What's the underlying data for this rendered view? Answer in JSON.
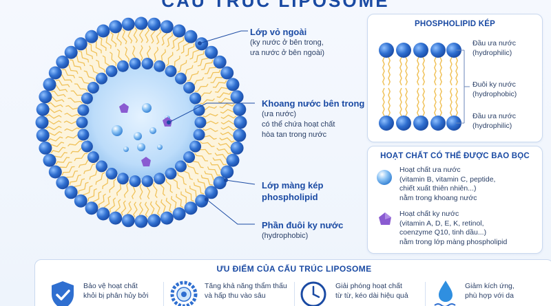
{
  "header": {
    "title": "CẤU TRÚC LIPOSOME"
  },
  "labels": {
    "outer_layer": {
      "title": "Lớp vỏ ngoài",
      "desc1": "(ky nước ở bên trong,",
      "desc2": "ưa nước ở bên ngoài)"
    },
    "inner_core": {
      "title": "Khoang nước bên trong",
      "desc1": "(ưa nước)",
      "desc2": "có thể chứa hoạt chất",
      "desc3": "hòa tan trong nước"
    },
    "bilayer": {
      "title1": "Lớp màng kép",
      "title2": "phospholipid"
    },
    "tails": {
      "title": "Phần đuôi ky nước",
      "desc1": "(hydrophobic)"
    }
  },
  "phospholipid_panel": {
    "title": "PHOSPHOLIPID KÉP",
    "head_top": {
      "line1": "Đầu ưa nước",
      "line2": "(hydrophilic)"
    },
    "tail": {
      "line1": "Đuôi ky nước",
      "line2": "(hydrophobic)"
    },
    "head_bottom": {
      "line1": "Đầu ưa nước",
      "line2": "(hydrophilic)"
    }
  },
  "actives_panel": {
    "title": "HOẠT CHẤT CÓ THỂ ĐƯỢC BAO BỌC",
    "hydrophilic": {
      "line1": "Hoạt chất ưa nước",
      "line2": "(vitamin B, vitamin C, peptide,",
      "line3": "chiết xuất thiên nhiên...)",
      "line4": "nằm trong khoang nước"
    },
    "hydrophobic": {
      "line1": "Hoạt chất ky nước",
      "line2": "(vitamin A, D, E, K, retinol,",
      "line3": "coenzyme Q10, tinh dầu...)",
      "line4": "nằm trong lớp màng phospholipid"
    }
  },
  "advantages": {
    "title": "ƯU ĐIỂM CỦA CẤU TRÚC LIPOSOME",
    "items": [
      {
        "icon": "shield-check-icon",
        "line1": "Bảo vệ hoạt chất",
        "line2": "khỏi bị phân hủy bởi"
      },
      {
        "icon": "absorption-ring-icon",
        "line1": "Tăng khả năng thẩm thấu",
        "line2": "và hấp thu vào sâu"
      },
      {
        "icon": "clock-icon",
        "line1": "Giải phóng hoạt chất",
        "line2": "từ từ, kéo dài hiệu quả"
      },
      {
        "icon": "water-drop-icon",
        "line1": "Giảm kích ứng,",
        "line2": "phù hợp với da"
      }
    ]
  },
  "colors": {
    "head": "#2f6fd0",
    "tail": "#f0c25a",
    "core": "#cfe6fb",
    "accent": "#1a4aa3"
  }
}
